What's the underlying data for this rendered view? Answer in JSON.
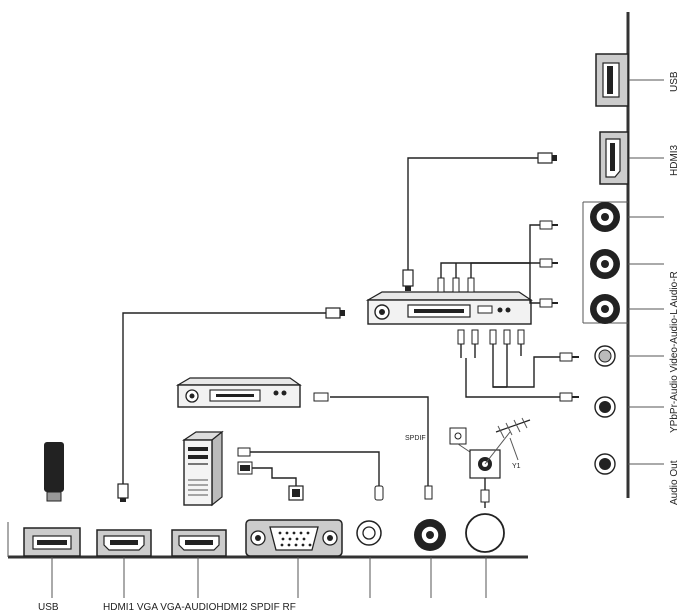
{
  "bottom_panel": {
    "usb_label": "USB",
    "group_label": "HDMI1 VGA VGA-AUDIOHDMI2 SPDIF RF"
  },
  "side_panel": {
    "usb_label": "USB",
    "hdmi3_label": "HDMI3",
    "component_label": "YPbPr-Audio Video-Audio-L Audio-R",
    "audio_out_label": "Audio Out"
  },
  "annotations": {
    "spdif_label": "SPDIF"
  },
  "colors": {
    "line": "#222222",
    "panel_fill": "#dcdcdc"
  }
}
